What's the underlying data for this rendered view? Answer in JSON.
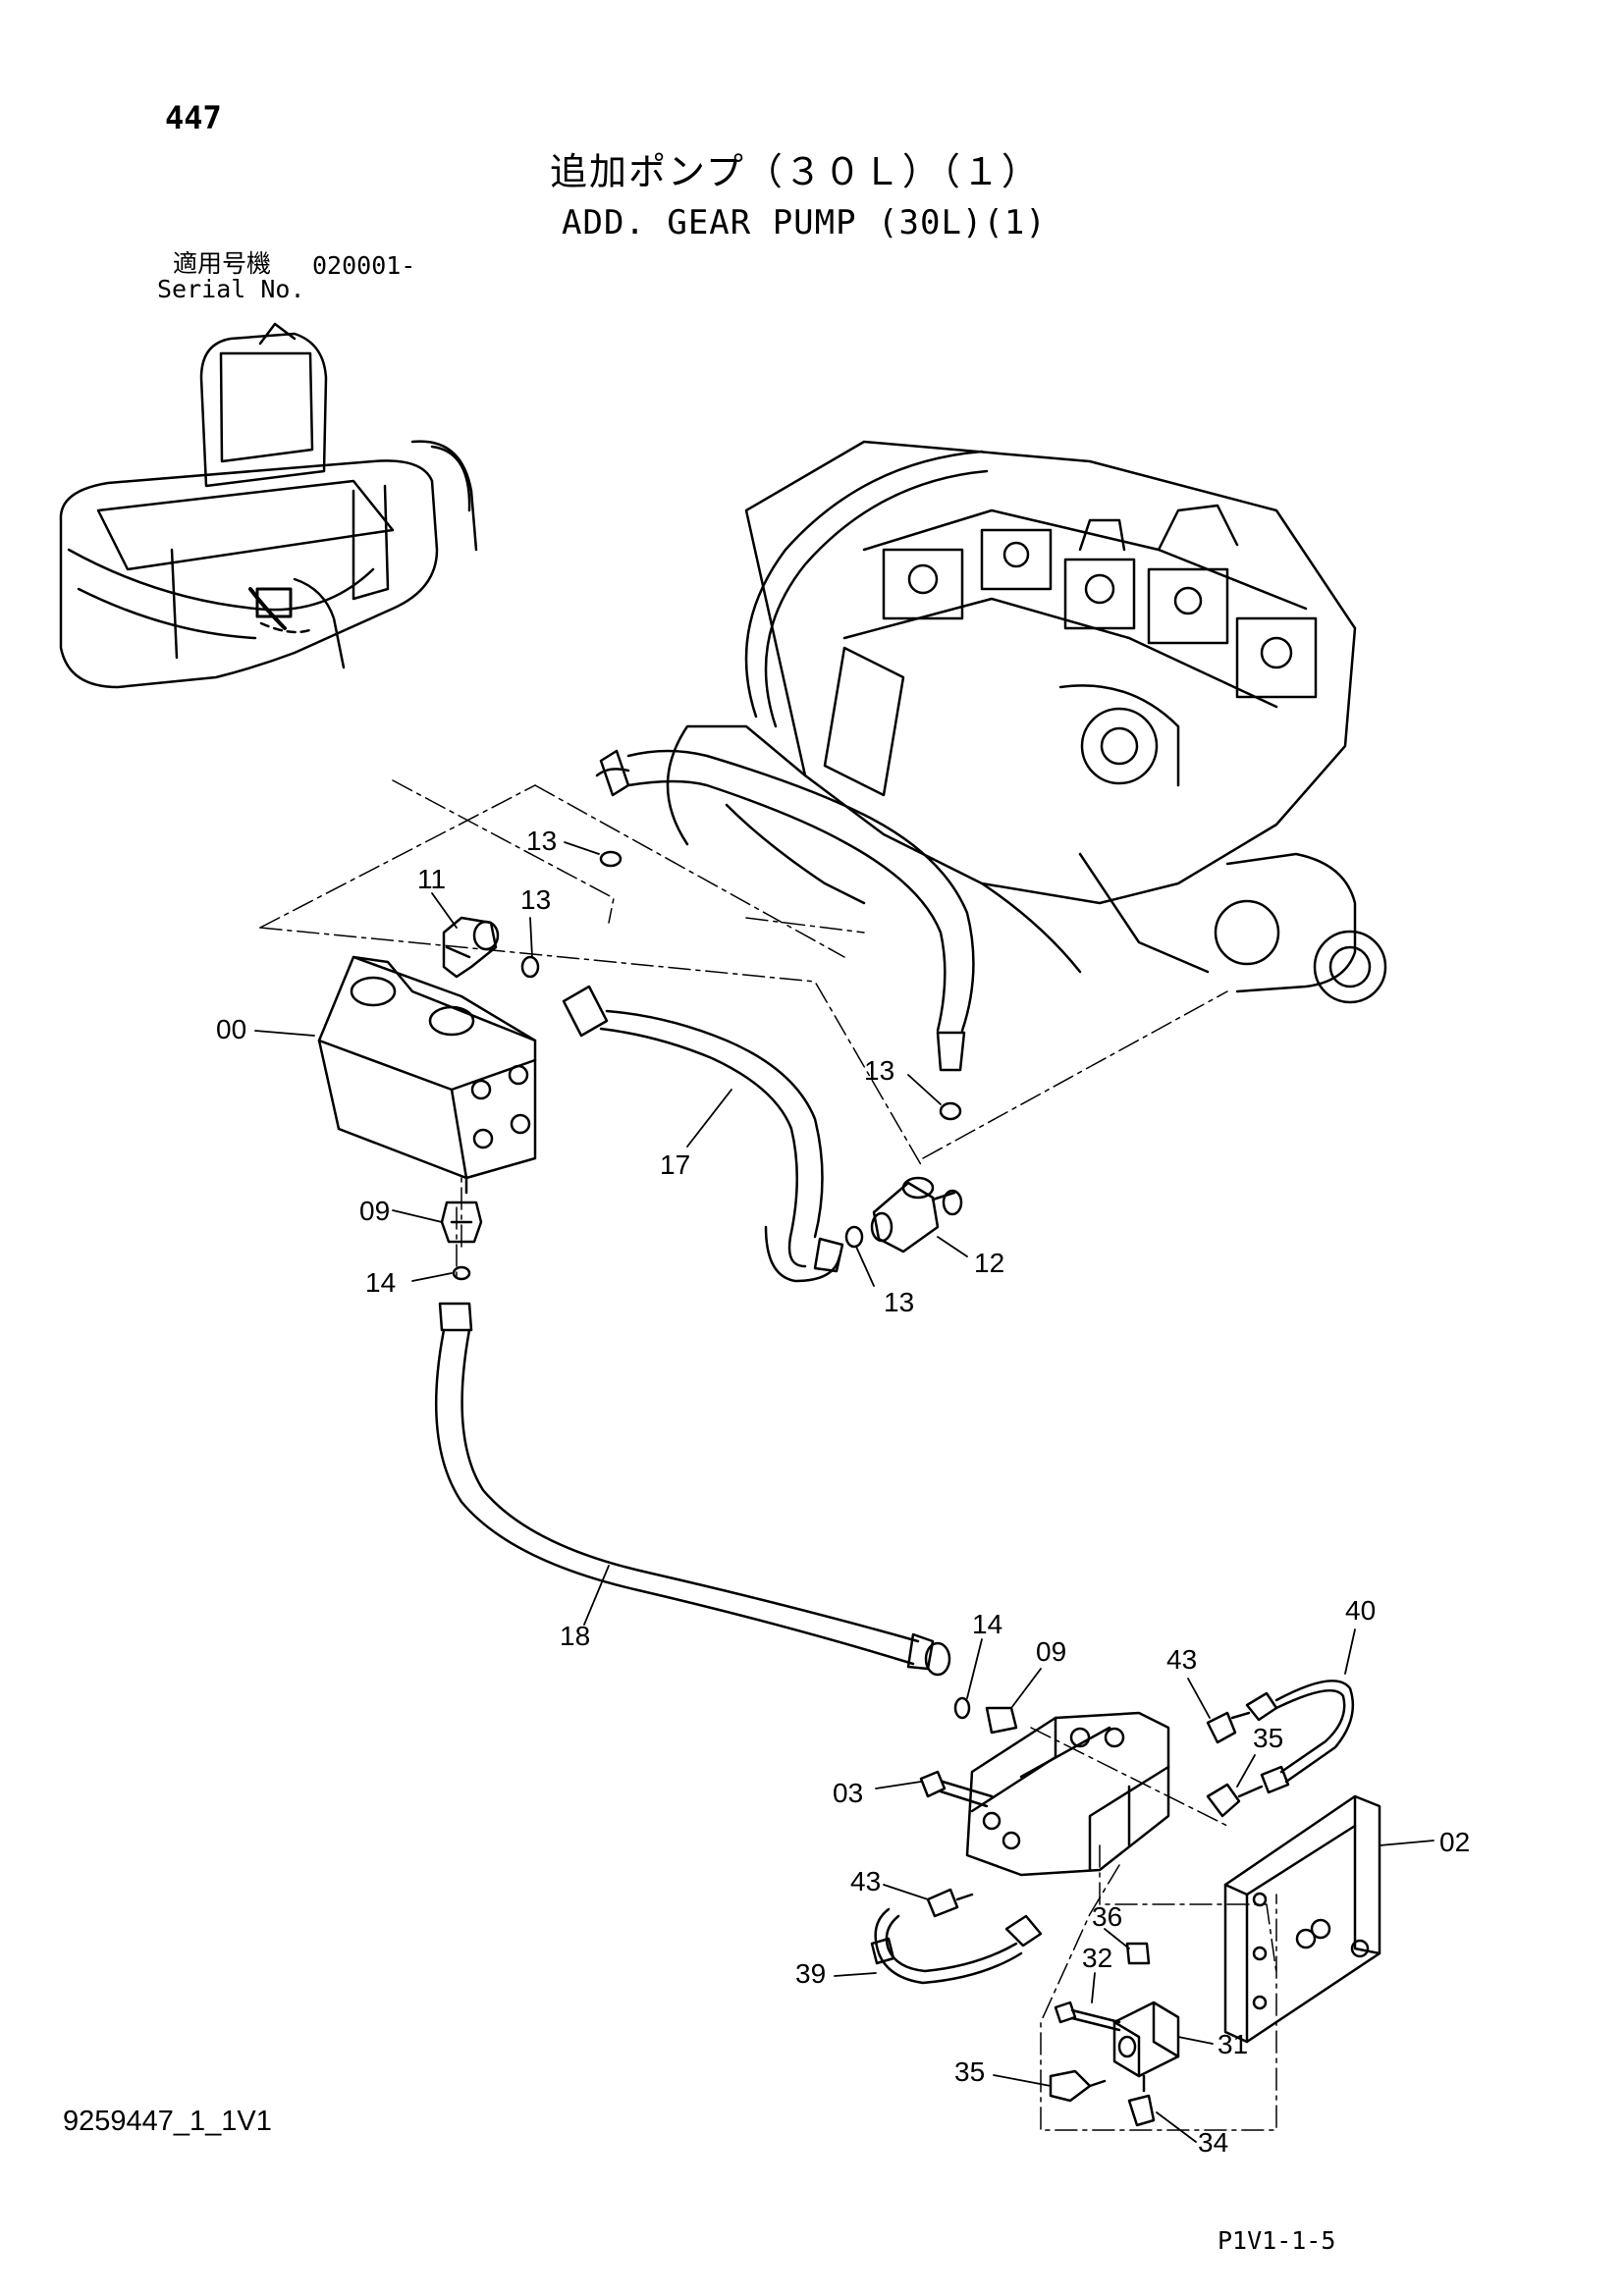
{
  "header": {
    "page_number": "447",
    "title_jp": "追加ポンプ（３０Ｌ）（１）",
    "title_en": "ADD. GEAR PUMP (30L)(1)",
    "serial_label_jp": "適用号機",
    "serial_value": "020001-",
    "serial_label_en": "Serial No."
  },
  "footer": {
    "drawing_code": "9259447_1_1V1",
    "sheet_ref": "P1V1-1-5"
  },
  "callouts": [
    {
      "id": "c13a",
      "label": "13"
    },
    {
      "id": "c11",
      "label": "11"
    },
    {
      "id": "c13b",
      "label": "13"
    },
    {
      "id": "c00",
      "label": "00"
    },
    {
      "id": "c13c",
      "label": "13"
    },
    {
      "id": "c17",
      "label": "17"
    },
    {
      "id": "c09a",
      "label": "09"
    },
    {
      "id": "c12",
      "label": "12"
    },
    {
      "id": "c14a",
      "label": "14"
    },
    {
      "id": "c13d",
      "label": "13"
    },
    {
      "id": "c18",
      "label": "18"
    },
    {
      "id": "c40",
      "label": "40"
    },
    {
      "id": "c14b",
      "label": "14"
    },
    {
      "id": "c09b",
      "label": "09"
    },
    {
      "id": "c43a",
      "label": "43"
    },
    {
      "id": "c35a",
      "label": "35"
    },
    {
      "id": "c03",
      "label": "03"
    },
    {
      "id": "c02",
      "label": "02"
    },
    {
      "id": "c43b",
      "label": "43"
    },
    {
      "id": "c36",
      "label": "36"
    },
    {
      "id": "c32",
      "label": "32"
    },
    {
      "id": "c39",
      "label": "39"
    },
    {
      "id": "c31",
      "label": "31"
    },
    {
      "id": "c35b",
      "label": "35"
    },
    {
      "id": "c34",
      "label": "34"
    }
  ]
}
